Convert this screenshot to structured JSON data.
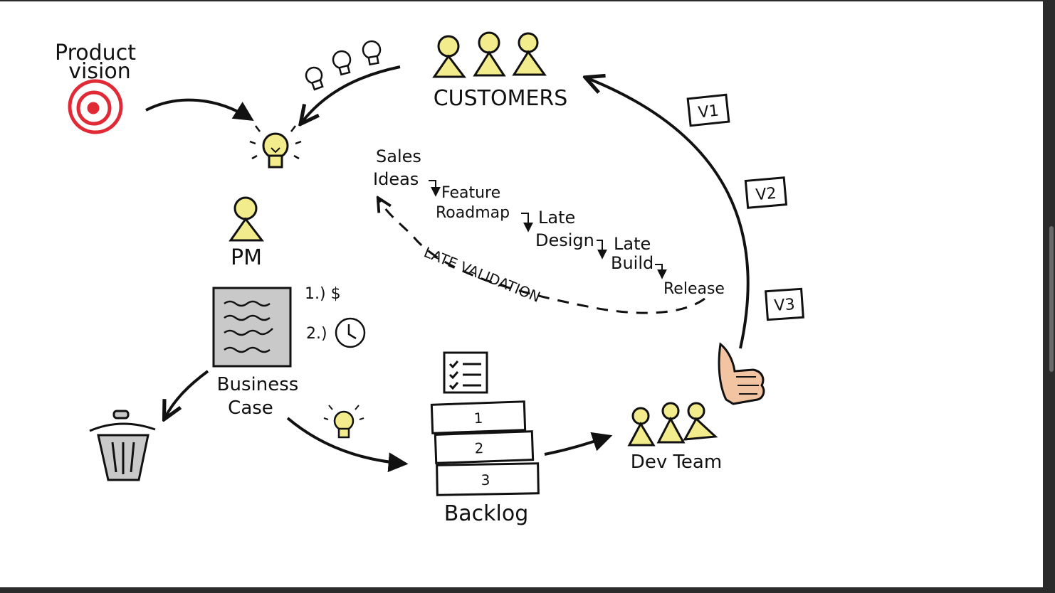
{
  "labels": {
    "product_vision_1": "Product",
    "product_vision_2": "vision",
    "customers": "CUSTOMERS",
    "pm": "PM",
    "business_case_1": "Business",
    "business_case_2": "Case",
    "item_money": "1.) $",
    "item_time": "2.)",
    "backlog": "Backlog",
    "dev_team": "Dev Team",
    "sales_ideas_1": "Sales",
    "sales_ideas_2": "Ideas",
    "feature_roadmap_1": "Feature",
    "feature_roadmap_2": "Roadmap",
    "late_design_1": "Late",
    "late_design_2": "Design",
    "late_build_1": "Late",
    "late_build_2": "Build",
    "release": "Release",
    "late_validation": "LATE VALIDATION"
  },
  "backlog_items": [
    "1",
    "2",
    "3"
  ],
  "versions": [
    "V1",
    "V2",
    "V3"
  ],
  "colors": {
    "person_yellow": "#f3ec8c",
    "target_red": "#e02a36",
    "doc_gray": "#c9c9c9",
    "thumb_skin": "#f2c4a2",
    "ink": "#111111"
  },
  "icons": [
    "target-icon",
    "lightbulb-icon",
    "person-icon",
    "document-icon",
    "clock-icon",
    "trash-icon",
    "checklist-icon",
    "thumbs-up-icon"
  ]
}
